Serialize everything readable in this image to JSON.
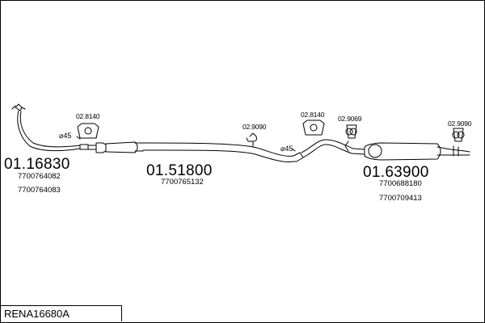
{
  "reference": "RENA16680A",
  "sections": [
    {
      "code": "01.16830",
      "part_numbers": [
        "7700764082",
        "7700764083"
      ]
    },
    {
      "code": "01.51800",
      "part_numbers": [
        "7700765132"
      ]
    },
    {
      "code": "01.63900",
      "part_numbers": [
        "7700688180",
        "7700709413"
      ]
    }
  ],
  "fittings": [
    "02.8140",
    "02.9090",
    "02.8140",
    "02.9069",
    "02.9090"
  ],
  "diameters": [
    "⌀45",
    "⌀45"
  ],
  "colors": {
    "line": "#000000",
    "background": "#ffffff"
  }
}
